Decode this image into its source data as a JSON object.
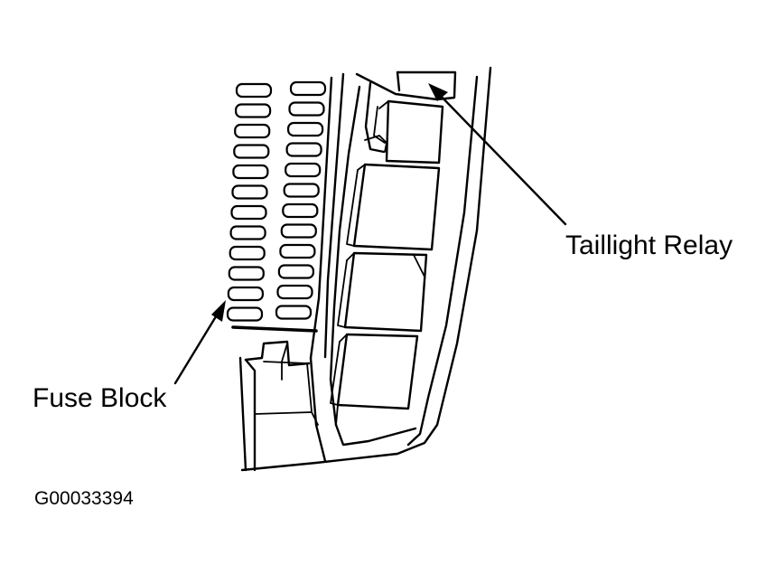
{
  "labels": {
    "taillight_relay": "Taillight Relay",
    "fuse_block": "Fuse Block",
    "figure_code": "G00033394"
  },
  "colors": {
    "line": "#000000",
    "background": "#ffffff"
  }
}
